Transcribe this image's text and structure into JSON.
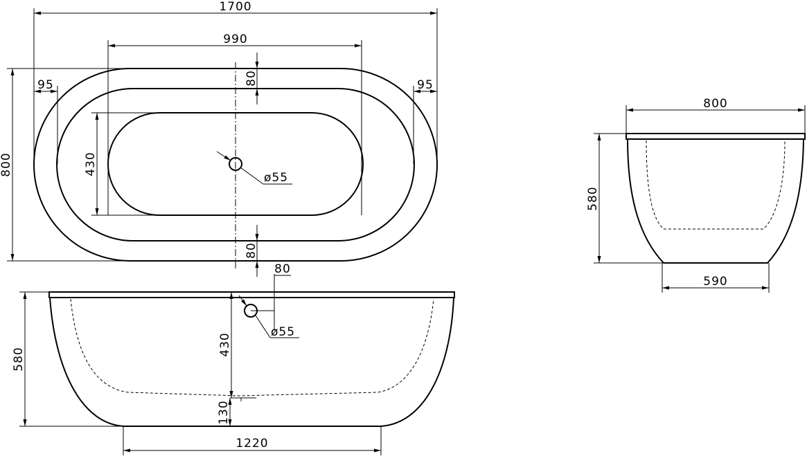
{
  "plan_view": {
    "overall_length": "1700",
    "inner_length": "990",
    "rim_width_left": "95",
    "rim_width_right": "95",
    "rim_width_top": "80",
    "rim_width_bottom": "80",
    "overall_width": "800",
    "inner_width": "430",
    "drain_diameter": "ø55"
  },
  "front_view": {
    "height": "580",
    "drain_depth": "430",
    "drain_offset": "80",
    "drain_diameter": "ø55",
    "base_height": "130",
    "base_length": "1220"
  },
  "side_view": {
    "width": "800",
    "height": "580",
    "base_width": "590"
  }
}
